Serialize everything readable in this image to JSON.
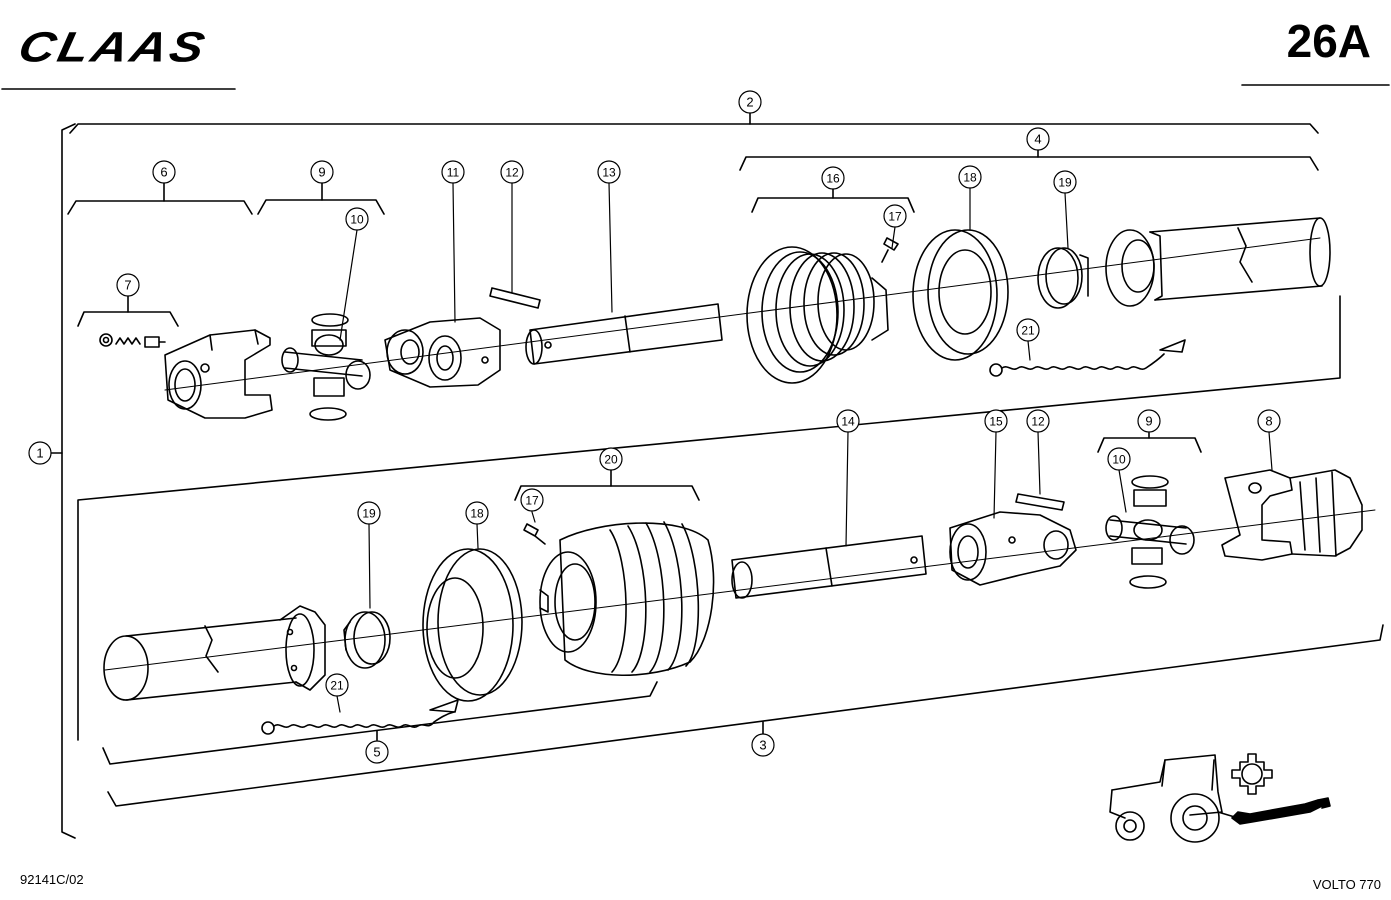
{
  "header": {
    "brand": "CLAAS",
    "page_number": "26A"
  },
  "footer": {
    "drawing_number": "92141C/02",
    "model": "VOLTO 770"
  },
  "callouts": [
    {
      "label": "1",
      "name": "callout-1"
    },
    {
      "label": "2",
      "name": "callout-2"
    },
    {
      "label": "3",
      "name": "callout-3"
    },
    {
      "label": "4",
      "name": "callout-4"
    },
    {
      "label": "5",
      "name": "callout-5"
    },
    {
      "label": "6",
      "name": "callout-6"
    },
    {
      "label": "7",
      "name": "callout-7"
    },
    {
      "label": "8",
      "name": "callout-8"
    },
    {
      "label": "9",
      "name": "callout-9-top"
    },
    {
      "label": "9",
      "name": "callout-9-bottom"
    },
    {
      "label": "10",
      "name": "callout-10-top"
    },
    {
      "label": "10",
      "name": "callout-10-bottom"
    },
    {
      "label": "11",
      "name": "callout-11"
    },
    {
      "label": "12",
      "name": "callout-12-top"
    },
    {
      "label": "12",
      "name": "callout-12-bottom"
    },
    {
      "label": "13",
      "name": "callout-13"
    },
    {
      "label": "14",
      "name": "callout-14"
    },
    {
      "label": "15",
      "name": "callout-15"
    },
    {
      "label": "16",
      "name": "callout-16"
    },
    {
      "label": "17",
      "name": "callout-17-top"
    },
    {
      "label": "17",
      "name": "callout-17-bottom"
    },
    {
      "label": "18",
      "name": "callout-18-top"
    },
    {
      "label": "18",
      "name": "callout-18-bottom"
    },
    {
      "label": "19",
      "name": "callout-19-top"
    },
    {
      "label": "19",
      "name": "callout-19-bottom"
    },
    {
      "label": "20",
      "name": "callout-20"
    },
    {
      "label": "21",
      "name": "callout-21-top"
    },
    {
      "label": "21",
      "name": "callout-21-bottom"
    }
  ],
  "icons": [
    "tractor-icon",
    "spline-profile-icon",
    "pto-shaft-icon"
  ]
}
